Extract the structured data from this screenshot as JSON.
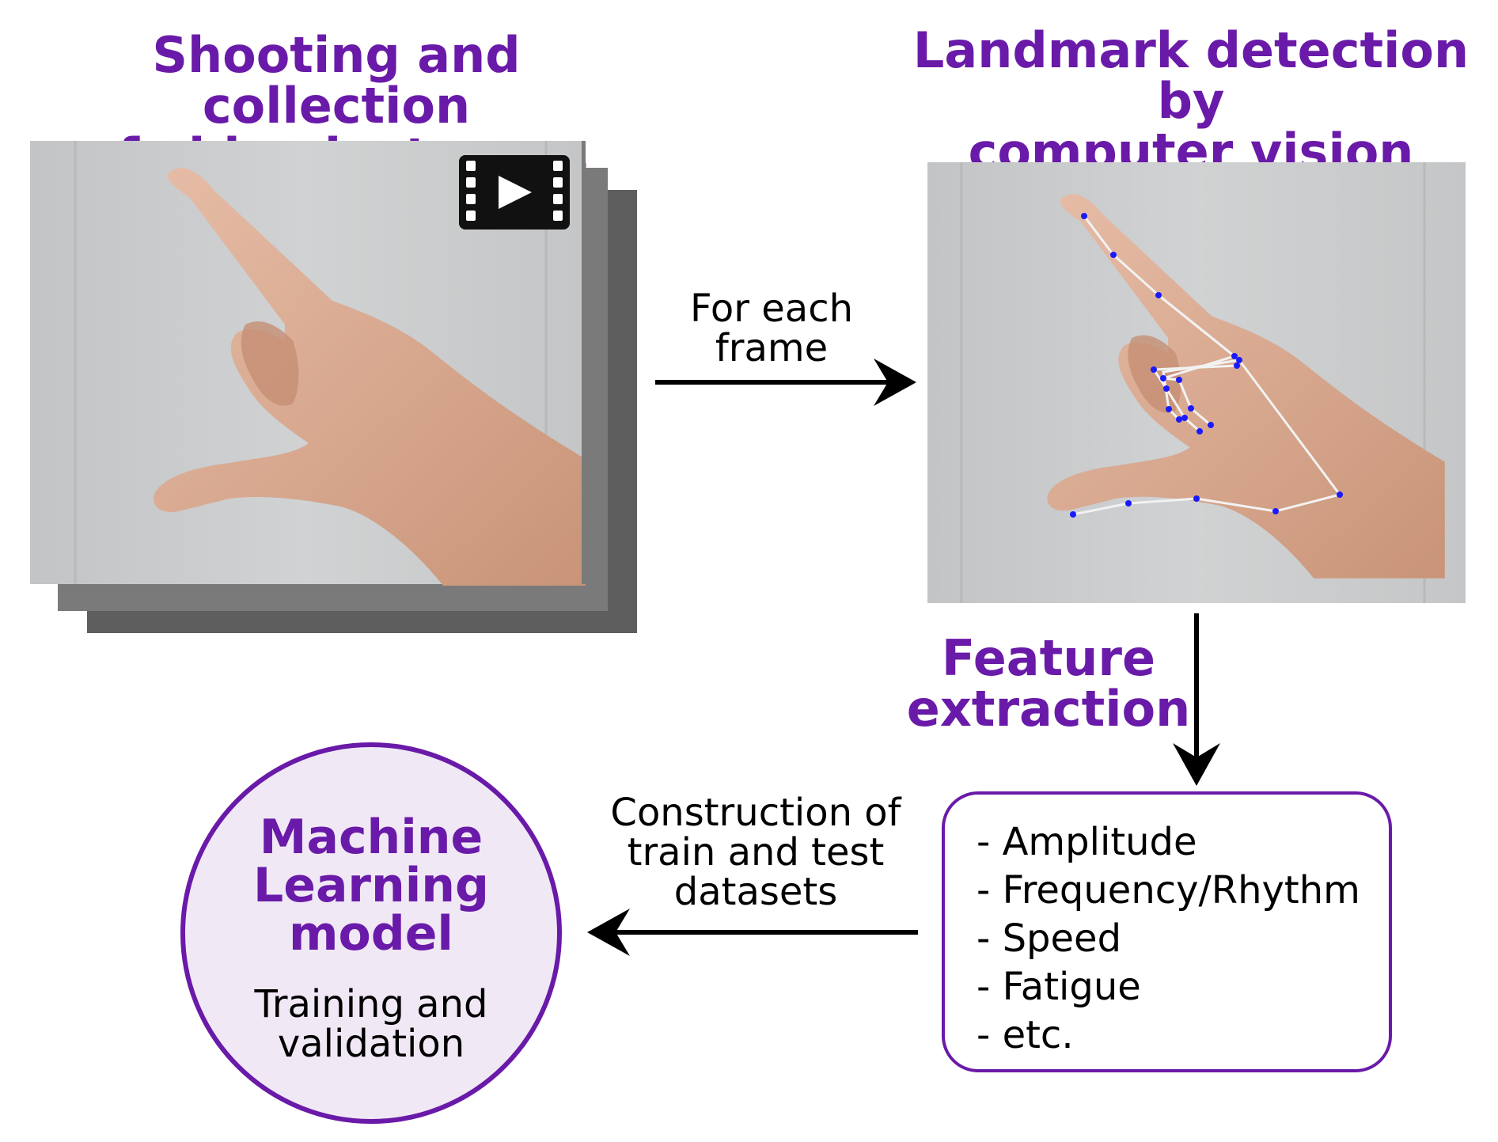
{
  "step1": {
    "title_line1": "Shooting and collection",
    "title_line2": "of video instances"
  },
  "step2": {
    "title_line1": "Landmark detection by",
    "title_line2": "computer vision"
  },
  "arrow1": {
    "line1": "For each",
    "line2": "frame"
  },
  "step3": {
    "line1": "Feature",
    "line2": "extraction"
  },
  "features": [
    "- Amplitude",
    "- Frequency/Rhythm",
    "- Speed",
    "- Fatigue",
    "- etc."
  ],
  "arrow2": {
    "line1": "Construction of",
    "line2": "train and test",
    "line3": "datasets"
  },
  "model": {
    "title_line1": "Machine",
    "title_line2": "Learning",
    "title_line3": "model",
    "sub_line1": "Training and",
    "sub_line2": "validation"
  },
  "colors": {
    "accent": "#6a1aa8",
    "landmark": "#1a1aff",
    "skeleton": "#f2f2f2",
    "skin": "#d9a98f",
    "wall": "#c9cbcc"
  },
  "icons": [
    "video-play-icon"
  ]
}
